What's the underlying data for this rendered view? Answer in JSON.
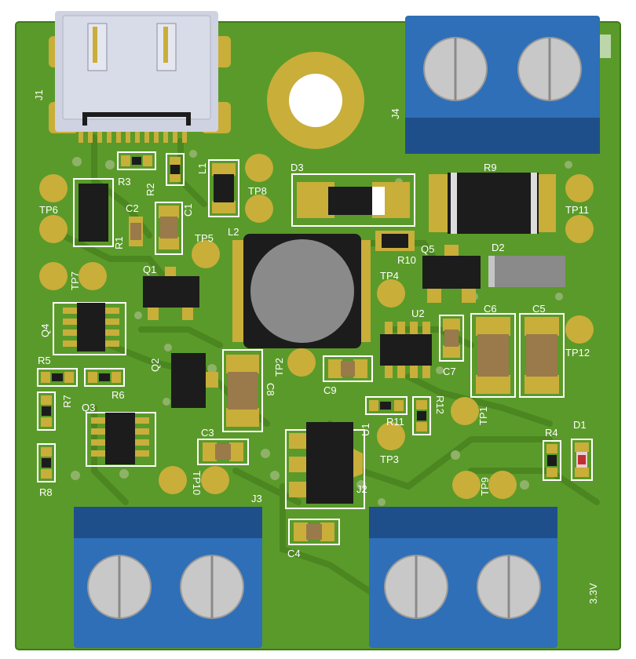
{
  "colors": {
    "board": "#5a9a2a",
    "board_dark": "#4a8420",
    "pad_gold": "#c9ae3a",
    "pad_gold_light": "#dcc35a",
    "silk": "#ffffff",
    "terminal_blue": "#2e6fb8",
    "terminal_blue_dark": "#1f4f8a",
    "screw_gray": "#c8c8c8",
    "ic_black": "#1c1c1c",
    "usb_metal": "#cfd2e0",
    "via": "#8fb26a"
  },
  "labels": {
    "J1": "J1",
    "J2": "J2",
    "J3": "J3",
    "J4": "J4",
    "R1": "R1",
    "R2": "R2",
    "R3": "R3",
    "R4": "R4",
    "R5": "R5",
    "R6": "R6",
    "R7": "R7",
    "R8": "R8",
    "R9": "R9",
    "R10": "R10",
    "R11": "R11",
    "R12": "R12",
    "C1": "C1",
    "C2": "C2",
    "C3": "C3",
    "C4": "C4",
    "C5": "C5",
    "C6": "C6",
    "C7": "C7",
    "C8": "C8",
    "C9": "C9",
    "L1": "L1",
    "L2": "L2",
    "D1": "D1",
    "D2": "D2",
    "D3": "D3",
    "Q1": "Q1",
    "Q2": "Q2",
    "Q3": "Q3",
    "Q4": "Q4",
    "Q5": "Q5",
    "U1": "U1",
    "U2": "U2",
    "TP1": "TP1",
    "TP2": "TP2",
    "TP3": "TP3",
    "TP4": "TP4",
    "TP5": "TP5",
    "TP6": "TP6",
    "TP7": "TP7",
    "TP8": "TP8",
    "TP9": "TP9",
    "TP10": "TP10",
    "TP11": "TP11",
    "TP12": "TP12",
    "voltage": "3.3V"
  }
}
